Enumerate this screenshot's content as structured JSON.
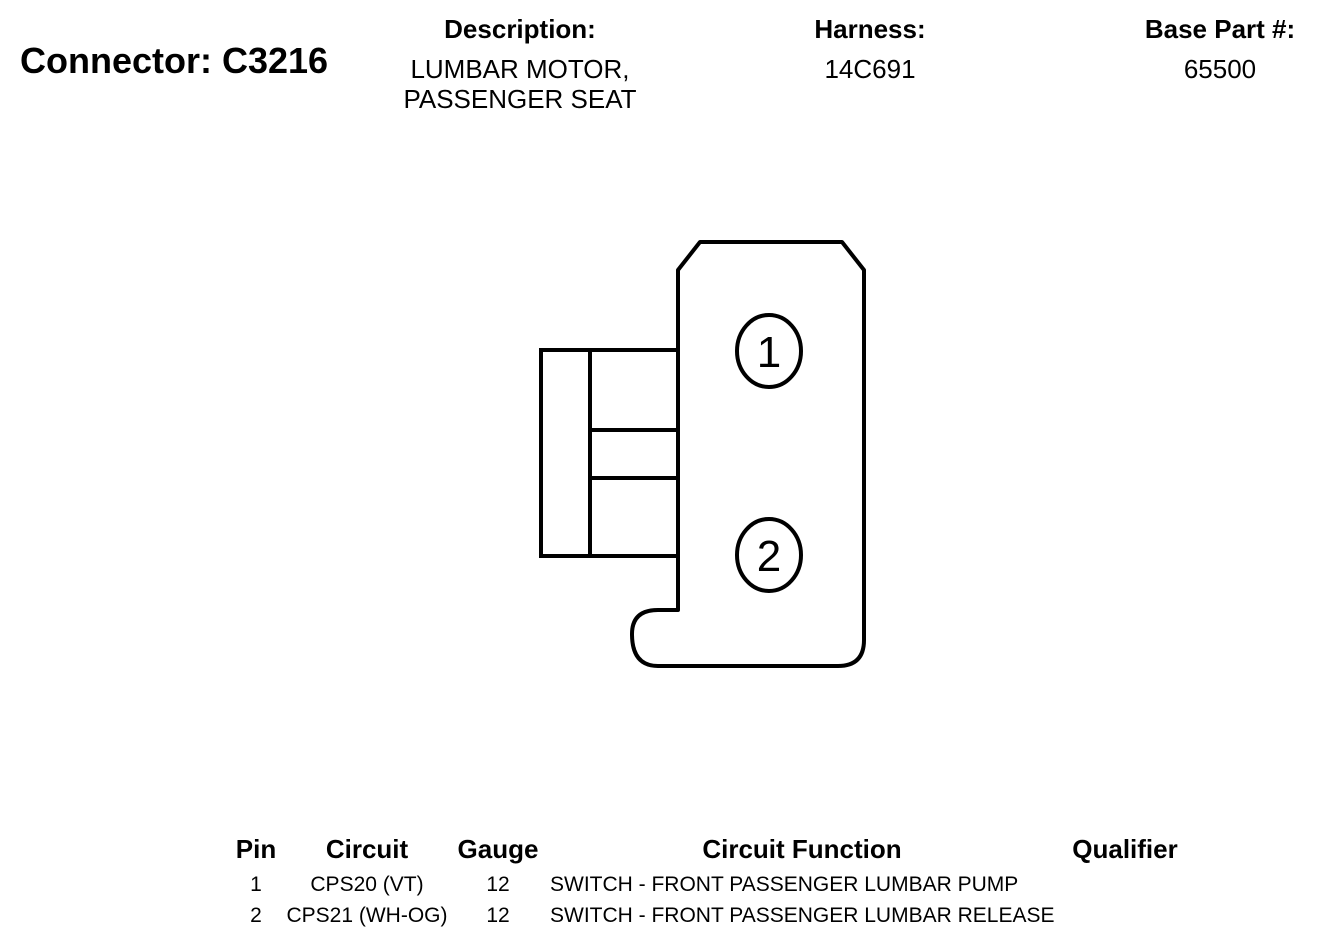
{
  "connector": {
    "title": "Connector: C3216"
  },
  "description": {
    "label": "Description:",
    "lines": [
      "LUMBAR MOTOR,",
      "PASSENGER SEAT"
    ]
  },
  "harness": {
    "label": "Harness:",
    "value": "14C691"
  },
  "base_part": {
    "label": "Base Part #:",
    "value": "65500"
  },
  "diagram": {
    "pins": [
      "1",
      "2"
    ]
  },
  "table": {
    "headers": {
      "pin": "Pin",
      "circuit": "Circuit",
      "gauge": "Gauge",
      "function": "Circuit Function",
      "qualifier": "Qualifier"
    },
    "rows": [
      {
        "pin": "1",
        "circuit": "CPS20 (VT)",
        "gauge": "12",
        "function": "SWITCH - FRONT PASSENGER LUMBAR PUMP",
        "qualifier": ""
      },
      {
        "pin": "2",
        "circuit": "CPS21 (WH-OG)",
        "gauge": "12",
        "function": "SWITCH - FRONT PASSENGER LUMBAR RELEASE",
        "qualifier": ""
      }
    ]
  }
}
